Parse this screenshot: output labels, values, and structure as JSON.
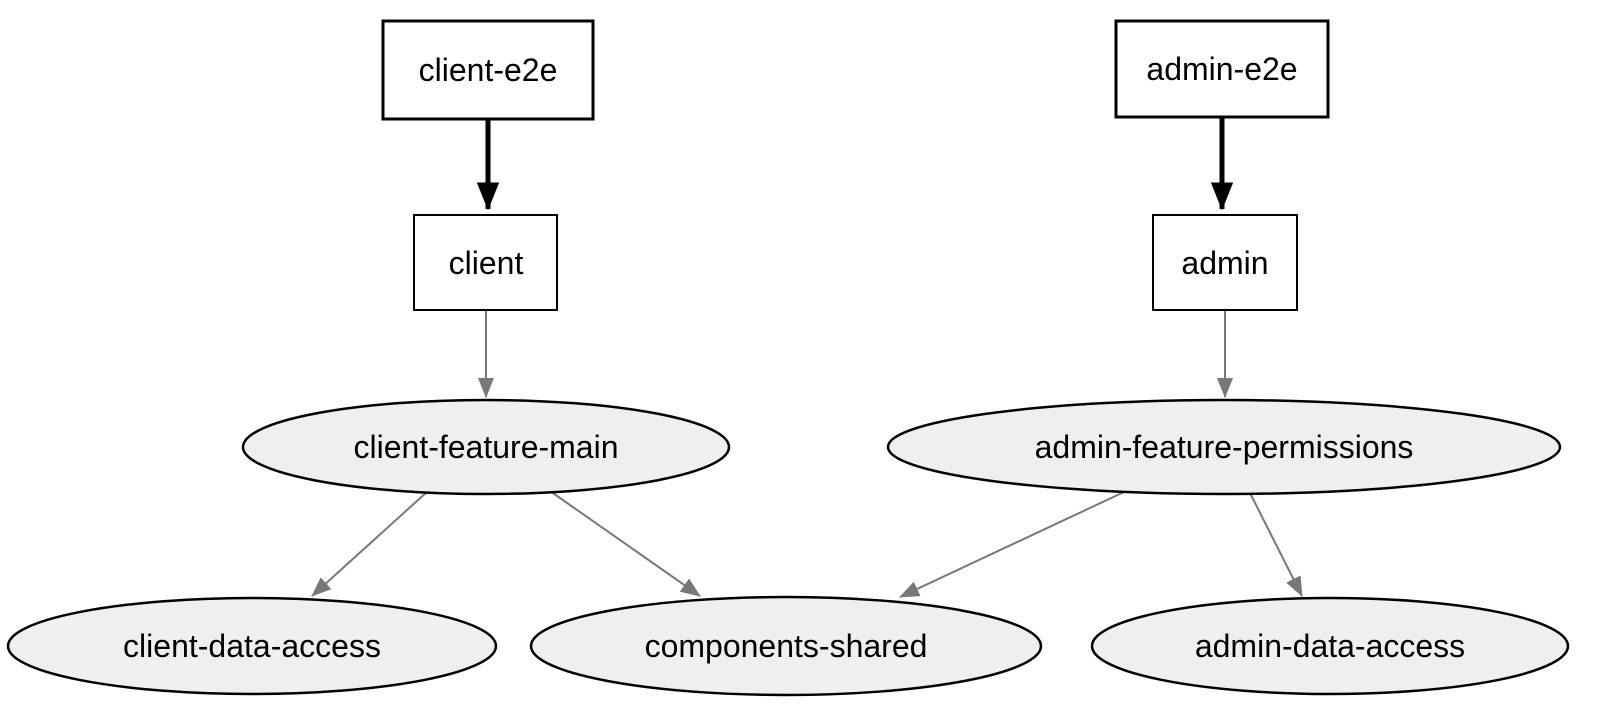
{
  "diagram": {
    "kind": "dependency-graph",
    "colors": {
      "background": "#ffffff",
      "node_fill": "#efefef",
      "node_stroke": "#000000",
      "rect_fill": "#ffffff",
      "edge_bold": "#000000",
      "edge_gray": "#787878",
      "label_color": "#000000"
    },
    "nodes": [
      {
        "id": "client-e2e",
        "label": "client-e2e",
        "shape": "rect"
      },
      {
        "id": "admin-e2e",
        "label": "admin-e2e",
        "shape": "rect"
      },
      {
        "id": "client",
        "label": "client",
        "shape": "rect"
      },
      {
        "id": "admin",
        "label": "admin",
        "shape": "rect"
      },
      {
        "id": "client-feature-main",
        "label": "client-feature-main",
        "shape": "ellipse"
      },
      {
        "id": "admin-feature-permissions",
        "label": "admin-feature-permissions",
        "shape": "ellipse"
      },
      {
        "id": "client-data-access",
        "label": "client-data-access",
        "shape": "ellipse"
      },
      {
        "id": "components-shared",
        "label": "components-shared",
        "shape": "ellipse"
      },
      {
        "id": "admin-data-access",
        "label": "admin-data-access",
        "shape": "ellipse"
      }
    ],
    "edges": [
      {
        "from": "client-e2e",
        "to": "client",
        "style": "bold"
      },
      {
        "from": "admin-e2e",
        "to": "admin",
        "style": "bold"
      },
      {
        "from": "client",
        "to": "client-feature-main",
        "style": "normal"
      },
      {
        "from": "admin",
        "to": "admin-feature-permissions",
        "style": "normal"
      },
      {
        "from": "client-feature-main",
        "to": "client-data-access",
        "style": "normal"
      },
      {
        "from": "client-feature-main",
        "to": "components-shared",
        "style": "normal"
      },
      {
        "from": "admin-feature-permissions",
        "to": "components-shared",
        "style": "normal"
      },
      {
        "from": "admin-feature-permissions",
        "to": "admin-data-access",
        "style": "normal"
      }
    ]
  }
}
